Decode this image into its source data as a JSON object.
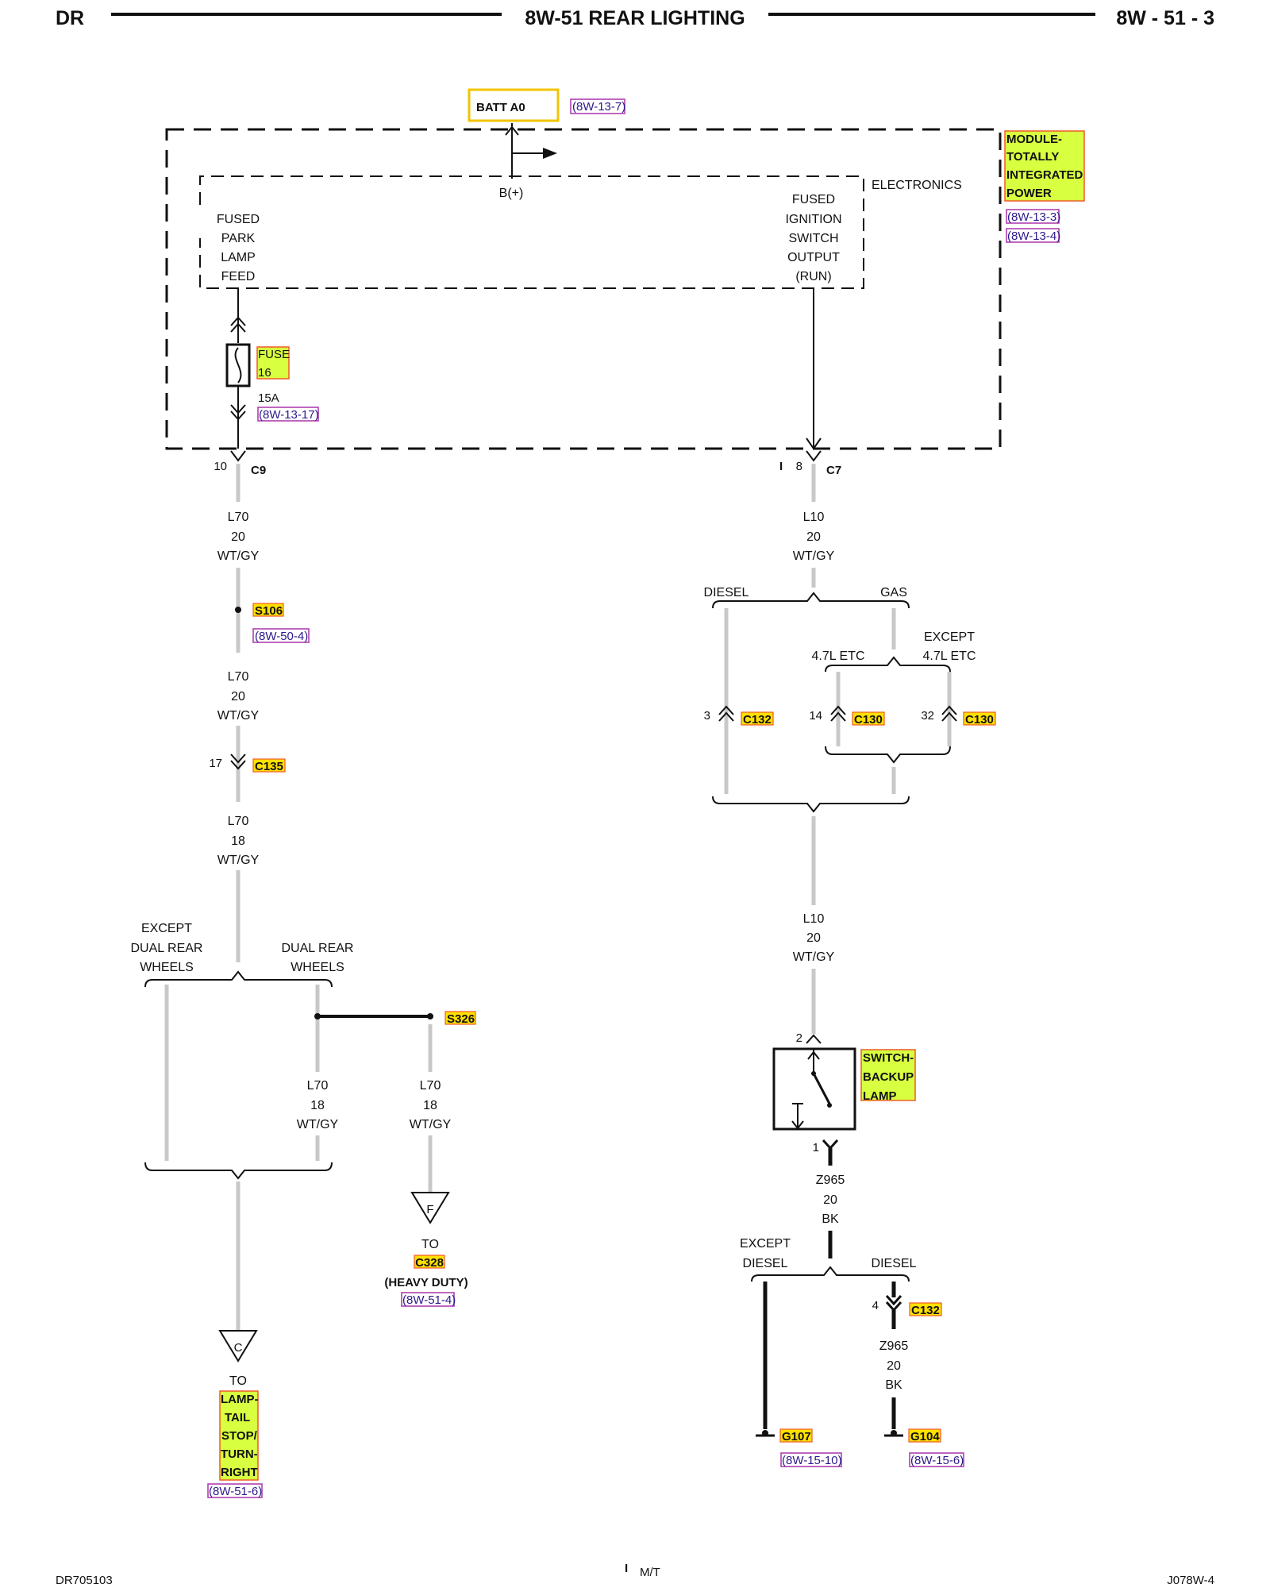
{
  "header": {
    "left": "DR",
    "title": "8W-51 REAR LIGHTING",
    "right": "8W - 51 - 3"
  },
  "footer": {
    "left": "DR705103",
    "note_mark": "I",
    "note": "M/T",
    "right": "J078W-4"
  },
  "module": {
    "battery": "BATT A0",
    "battery_ref": "(8W-13-7)",
    "name_lines": [
      "MODULE-",
      "TOTALLY",
      "INTEGRATED",
      "POWER"
    ],
    "refs": [
      "(8W-13-3)",
      "(8W-13-4)"
    ],
    "electronics": "ELECTRONICS",
    "bplus": "B(+)",
    "left_feed": [
      "FUSED",
      "PARK",
      "LAMP",
      "FEED"
    ],
    "right_feed": [
      "FUSED",
      "IGNITION",
      "SWITCH",
      "OUTPUT",
      "(RUN)"
    ],
    "fuse_lines": [
      "FUSE",
      "16"
    ],
    "fuse_rating": "15A",
    "fuse_ref": "(8W-13-17)"
  },
  "left_circuit": {
    "c9_pin": "10",
    "c9": "C9",
    "wire1": [
      "L70",
      "20",
      "WT/GY"
    ],
    "s106": "S106",
    "s106_ref": "(8W-50-4)",
    "wire2": [
      "L70",
      "20",
      "WT/GY"
    ],
    "c135_pin": "17",
    "c135": "C135",
    "wire3": [
      "L70",
      "18",
      "WT/GY"
    ],
    "except_dual": [
      "EXCEPT",
      "DUAL REAR",
      "WHEELS"
    ],
    "dual": [
      "DUAL REAR",
      "WHEELS"
    ],
    "s326": "S326",
    "wire4": [
      "L70",
      "18",
      "WT/GY"
    ],
    "wire5": [
      "L70",
      "18",
      "WT/GY"
    ],
    "conn_f": "F",
    "to_f": "TO",
    "c328": "C328",
    "heavy_duty": "(HEAVY DUTY)",
    "c328_ref": "(8W-51-4)",
    "conn_c": "C",
    "to_c": "TO",
    "lamp_lines": [
      "LAMP-",
      "TAIL",
      "STOP/",
      "TURN-",
      "RIGHT"
    ],
    "lamp_ref": "(8W-51-6)"
  },
  "right_circuit": {
    "c7_mark": "I",
    "c7_pin": "8",
    "c7": "C7",
    "wire1": [
      "L10",
      "20",
      "WT/GY"
    ],
    "diesel": "DIESEL",
    "gas": "GAS",
    "etc47": "4.7L ETC",
    "except_etc": [
      "EXCEPT",
      "4.7L ETC"
    ],
    "c132_pin": "3",
    "c132": "C132",
    "c130a_pin": "14",
    "c130a": "C130",
    "c130b_pin": "32",
    "c130b": "C130",
    "wire2": [
      "L10",
      "20",
      "WT/GY"
    ],
    "switch_pin_top": "2",
    "switch_lines": [
      "SWITCH-",
      "BACKUP",
      "LAMP"
    ],
    "switch_pin_bottom": "1",
    "wire3": [
      "Z965",
      "20",
      "BK"
    ],
    "except_diesel": [
      "EXCEPT",
      "DIESEL"
    ],
    "diesel2": "DIESEL",
    "c132b_pin": "4",
    "c132b": "C132",
    "wire4": [
      "Z965",
      "20",
      "BK"
    ],
    "g107": "G107",
    "g107_ref": "(8W-15-10)",
    "g104": "G104",
    "g104_ref": "(8W-15-6)"
  }
}
